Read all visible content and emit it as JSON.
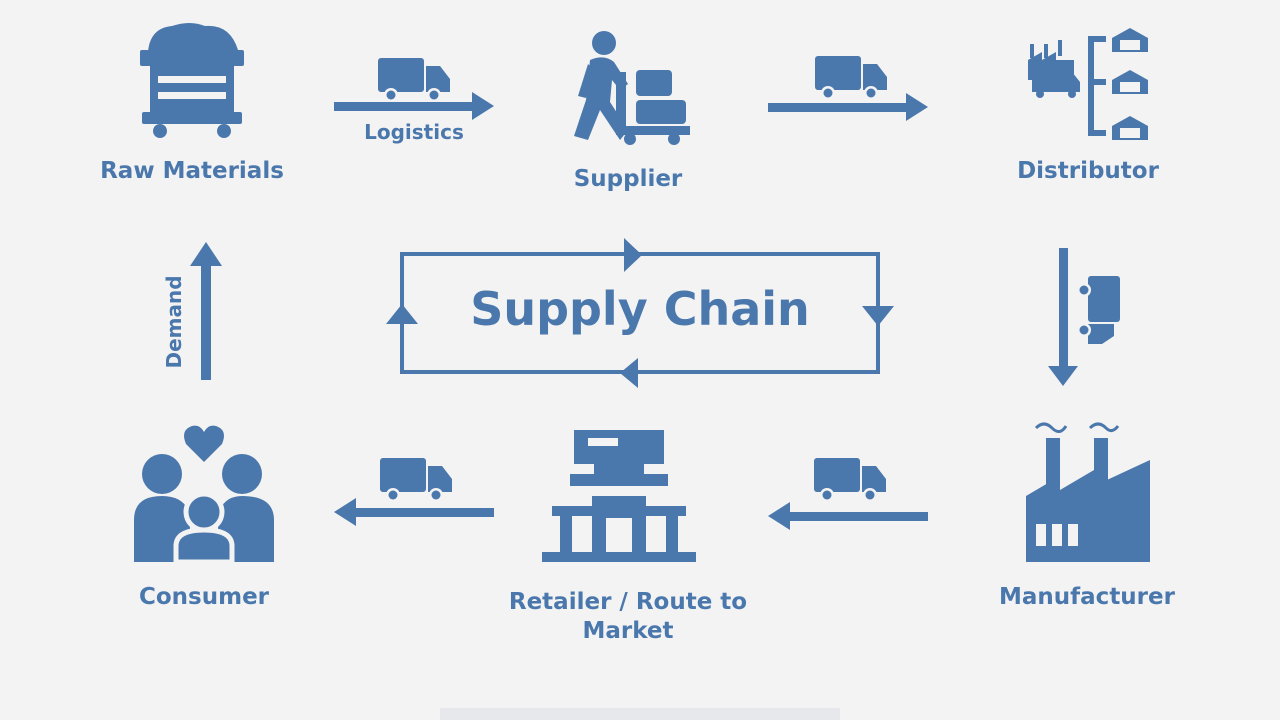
{
  "diagram": {
    "title": "Supply Chain",
    "color": "#4a77ac",
    "background": "#f3f3f3",
    "nodes": {
      "raw_materials": {
        "label": "Raw Materials",
        "icon": "mining-cart-icon"
      },
      "supplier": {
        "label": "Supplier",
        "icon": "worker-hand-truck-icon"
      },
      "distributor": {
        "label": "Distributor",
        "icon": "warehouse-network-icon"
      },
      "manufacturer": {
        "label": "Manufacturer",
        "icon": "factory-icon"
      },
      "retailer": {
        "label": "Retailer /  Route  to Market",
        "icon": "store-icon"
      },
      "consumer": {
        "label": "Consumer",
        "icon": "family-heart-icon"
      }
    },
    "edges": {
      "raw_to_supplier": {
        "label": "Logistics",
        "icon": "truck-icon"
      },
      "supplier_to_distributor": {
        "label": "",
        "icon": "truck-icon"
      },
      "distributor_to_manufacturer": {
        "label": "",
        "icon": "truck-icon"
      },
      "manufacturer_to_retailer": {
        "label": "",
        "icon": "truck-icon"
      },
      "retailer_to_consumer": {
        "label": "",
        "icon": "truck-icon"
      },
      "consumer_to_raw": {
        "label": "Demand",
        "icon": ""
      }
    }
  }
}
